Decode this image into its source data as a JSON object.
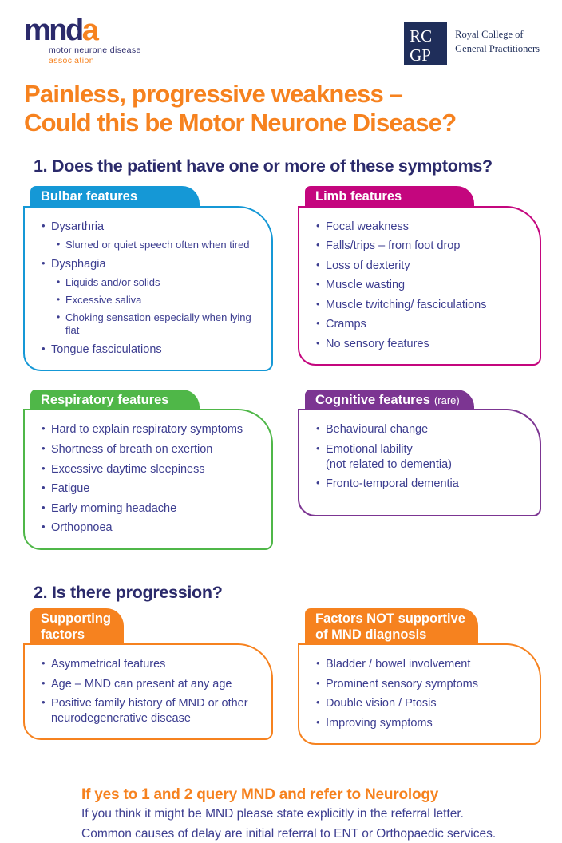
{
  "colors": {
    "orange": "#F6821F",
    "navy": "#2B2A6B",
    "body_text": "#3D3E90",
    "rcgp_navy": "#1F2E5A",
    "blue": "#1598D6",
    "magenta": "#C4067E",
    "green": "#4FB748",
    "purple": "#7C3592"
  },
  "header": {
    "mnd_logo": {
      "word_main": "mnd",
      "word_accent": "a",
      "subline1": "motor neurone disease",
      "subline2": "association"
    },
    "rcgp_logo": {
      "abbr_line1": "RC",
      "abbr_line2": "GP",
      "name_line1": "Royal College of",
      "name_line2": "General Practitioners"
    }
  },
  "title": {
    "line1": "Painless, progressive weakness –",
    "line2": "Could this be Motor Neurone Disease?"
  },
  "question1": "1. Does the patient have one or more of these symptoms?",
  "question2": "2. Is there progression?",
  "cards": [
    {
      "id": "bulbar-features",
      "title": "Bulbar features",
      "suffix": "",
      "color": "#1598D6",
      "items": [
        {
          "level": 1,
          "text": "Dysarthria"
        },
        {
          "level": 2,
          "text": "Slurred or quiet speech often when tired"
        },
        {
          "level": 1,
          "text": "Dysphagia"
        },
        {
          "level": 2,
          "text": "Liquids and/or solids"
        },
        {
          "level": 2,
          "text": "Excessive saliva"
        },
        {
          "level": 2,
          "text": "Choking sensation especially when lying flat"
        },
        {
          "level": 1,
          "text": "Tongue fasciculations"
        }
      ]
    },
    {
      "id": "limb-features",
      "title": "Limb features",
      "suffix": "",
      "color": "#C4067E",
      "items": [
        {
          "level": 1,
          "text": "Focal weakness"
        },
        {
          "level": 1,
          "text": "Falls/trips – from foot drop"
        },
        {
          "level": 1,
          "text": "Loss of dexterity"
        },
        {
          "level": 1,
          "text": "Muscle wasting"
        },
        {
          "level": 1,
          "text": "Muscle twitching/ fasciculations"
        },
        {
          "level": 1,
          "text": "Cramps"
        },
        {
          "level": 1,
          "text": "No sensory features"
        }
      ]
    },
    {
      "id": "respiratory-features",
      "title": "Respiratory features",
      "suffix": "",
      "color": "#4FB748",
      "items": [
        {
          "level": 1,
          "text": "Hard to explain respiratory symptoms"
        },
        {
          "level": 1,
          "text": "Shortness of breath on exertion"
        },
        {
          "level": 1,
          "text": "Excessive daytime sleepiness"
        },
        {
          "level": 1,
          "text": "Fatigue"
        },
        {
          "level": 1,
          "text": "Early morning headache"
        },
        {
          "level": 1,
          "text": "Orthopnoea"
        }
      ]
    },
    {
      "id": "cognitive-features",
      "title": "Cognitive features",
      "suffix": "(rare)",
      "color": "#7C3592",
      "items": [
        {
          "level": 1,
          "text": "Behavioural change"
        },
        {
          "level": 1,
          "text": "Emotional lability\n(not related to dementia)"
        },
        {
          "level": 1,
          "text": "Fronto-temporal dementia"
        }
      ]
    },
    {
      "id": "supporting-factors",
      "title": "Supporting\nfactors",
      "suffix": "",
      "color": "#F6821F",
      "items": [
        {
          "level": 1,
          "text": "Asymmetrical features"
        },
        {
          "level": 1,
          "text": "Age – MND can present at any age"
        },
        {
          "level": 1,
          "text": "Positive family history of MND or other neurodegenerative disease"
        }
      ]
    },
    {
      "id": "factors-not-supportive",
      "title": "Factors NOT supportive\nof MND diagnosis",
      "suffix": "",
      "color": "#F6821F",
      "items": [
        {
          "level": 1,
          "text": "Bladder / bowel involvement"
        },
        {
          "level": 1,
          "text": "Prominent sensory symptoms"
        },
        {
          "level": 1,
          "text": "Double vision / Ptosis"
        },
        {
          "level": 1,
          "text": "Improving symptoms"
        }
      ]
    }
  ],
  "footer": {
    "heading": "If yes to 1 and 2 query MND and refer to Neurology",
    "line1": "If you think it might be MND please state explicitly in the referral letter.",
    "line2": "Common causes of delay are initial referral to ENT or Orthopaedic services."
  }
}
